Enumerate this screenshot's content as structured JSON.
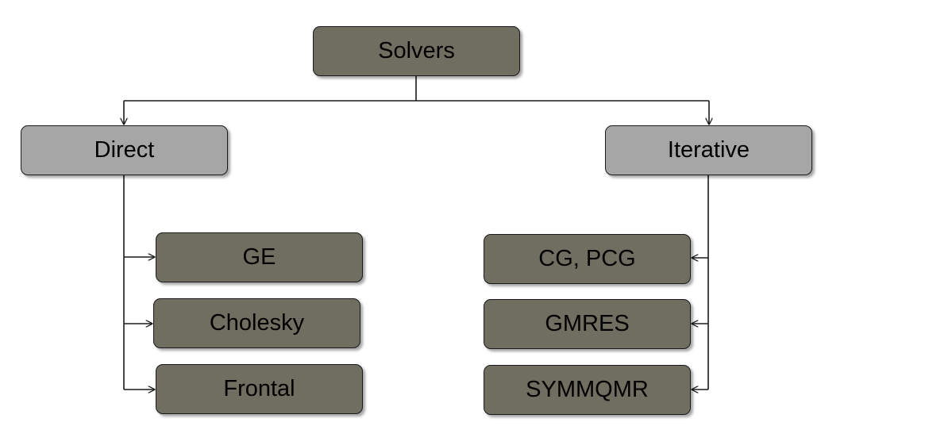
{
  "diagram": {
    "root": {
      "label": "Solvers"
    },
    "categories": [
      {
        "label": "Direct",
        "methods": [
          "GE",
          "Cholesky",
          "Frontal"
        ]
      },
      {
        "label": "Iterative",
        "methods": [
          "CG, PCG",
          "GMRES",
          "SYMMQMR"
        ]
      }
    ]
  },
  "colors": {
    "root_fill": "#6f6e60",
    "category_fill": "#a6a6a6",
    "method_fill": "#6f6e60",
    "line": "#1a1a1a"
  }
}
